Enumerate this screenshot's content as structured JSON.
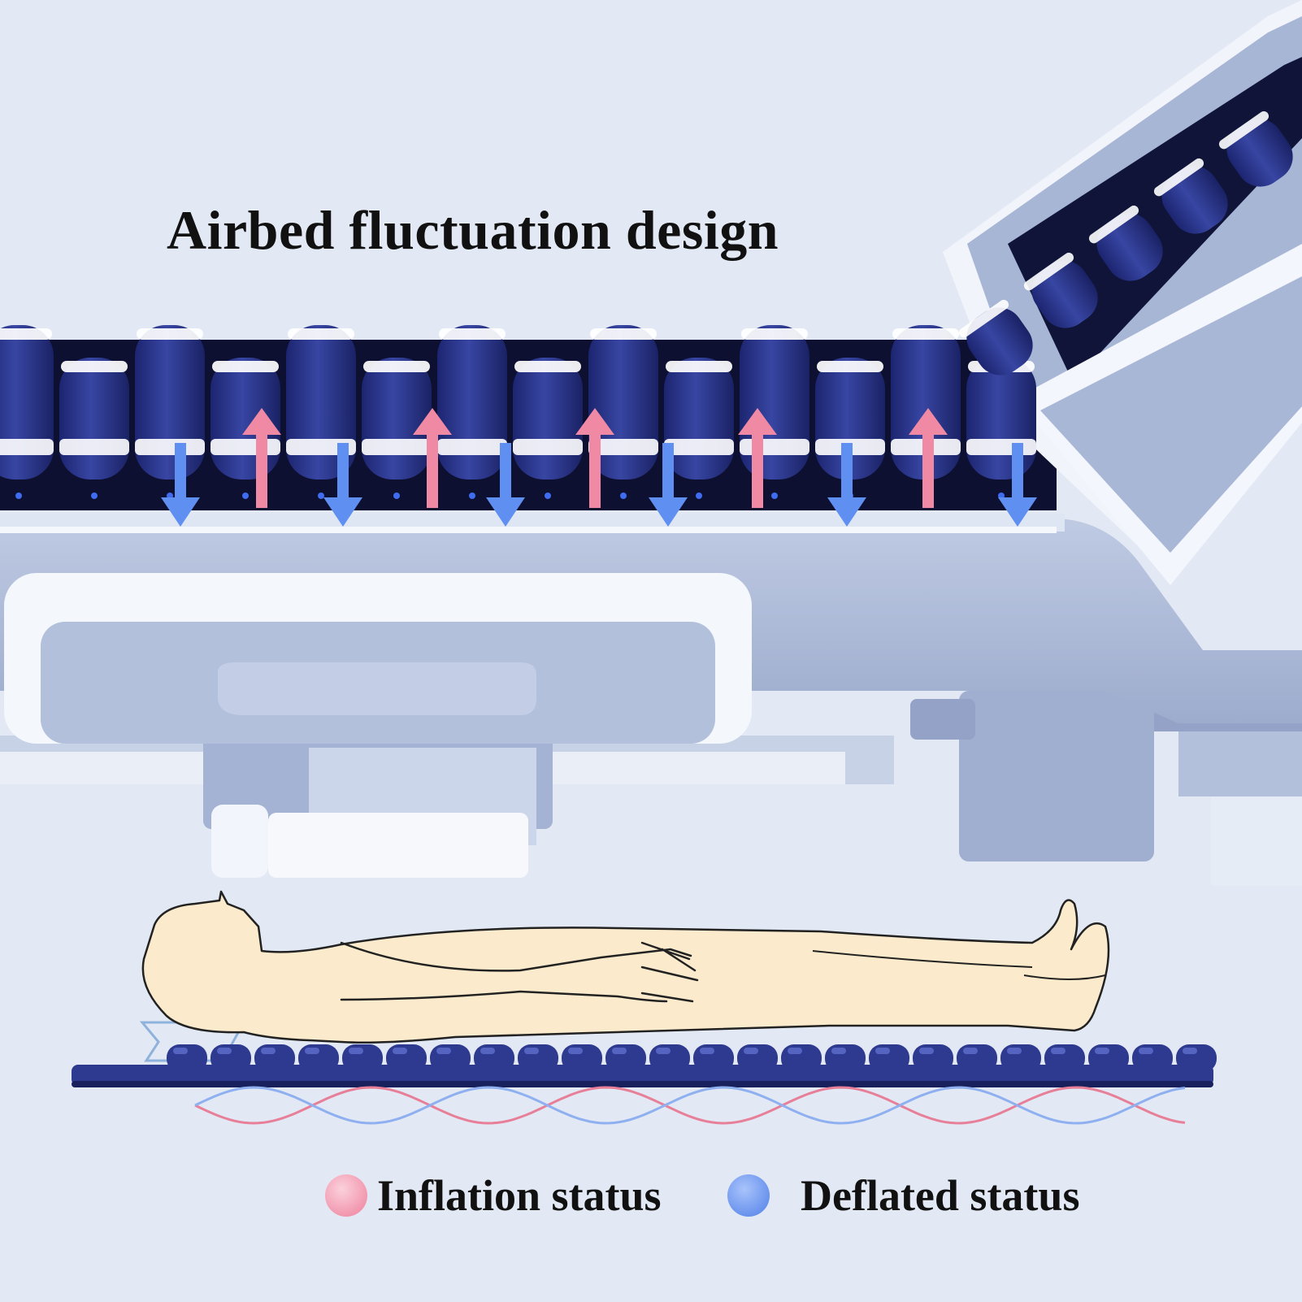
{
  "title": "Airbed fluctuation design",
  "legend": [
    {
      "label": "Inflation status",
      "color": "#f08aa4"
    },
    {
      "label": "Deflated status",
      "color": "#5f8ff0"
    }
  ],
  "colors": {
    "background": "#e3e9f4",
    "frame": "#a9b7d6",
    "frame_light": "#f4f7fc",
    "cell": "#2d3a8f",
    "cell_dark": "#141a55",
    "inflation": "#f08aa4",
    "deflation": "#5f8ff0",
    "skin": "#fbeacb"
  },
  "icons": {
    "inflate_arrow": "arrow-up-icon",
    "deflate_arrow": "arrow-down-icon"
  }
}
